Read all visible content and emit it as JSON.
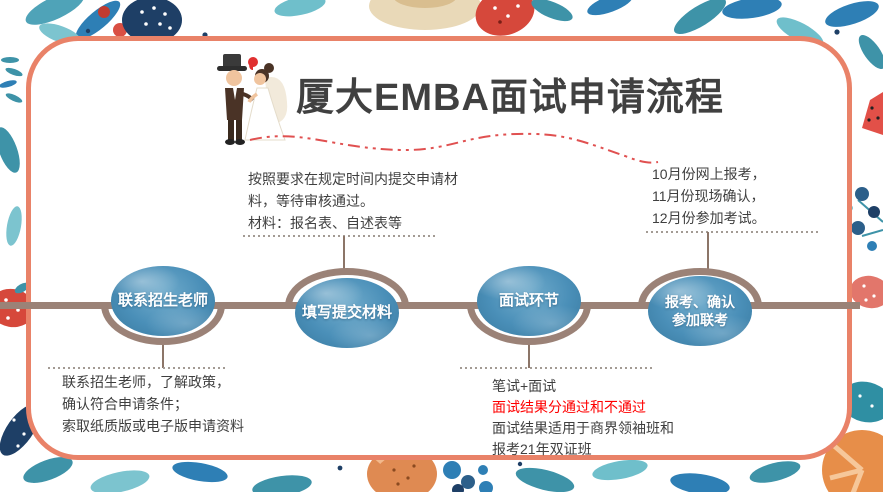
{
  "slide": {
    "title": "厦大EMBA面试申请流程"
  },
  "colors": {
    "accent_border": "#E98268",
    "timeline": "#9B8277",
    "connector": "#8C7568",
    "node_blue": "#4A8FB8",
    "red_text": "#FF0000",
    "body_text": "#3F3F3F",
    "title_text": "#404040",
    "wave_red": "#E05050"
  },
  "icons": {
    "title_icon": "wedding-couple"
  },
  "flow": {
    "nodes": [
      {
        "lines": [
          "联系招生老师"
        ]
      },
      {
        "lines": [
          "填写提交材料"
        ]
      },
      {
        "lines": [
          "面试环节"
        ]
      },
      {
        "lines": [
          "报考、确认",
          "参加联考"
        ]
      }
    ]
  },
  "annotations": {
    "contact": {
      "lines": [
        "联系招生老师，了解政策，",
        "确认符合申请条件；",
        "索取纸质版或电子版申请资料"
      ]
    },
    "materials": {
      "lines": [
        "按照要求在规定时间内提交申请材",
        "料，等待审核通过。",
        "材料：报名表、自述表等"
      ]
    },
    "interview": {
      "lines": [
        "笔试+面试",
        "面试结果分通过和不通过",
        "面试结果适用于商界领袖班和",
        "报考21年双证班"
      ]
    },
    "exam": {
      "lines": [
        "10月份网上报考，",
        "11月份现场确认，",
        "12月份参加考试。"
      ]
    }
  }
}
